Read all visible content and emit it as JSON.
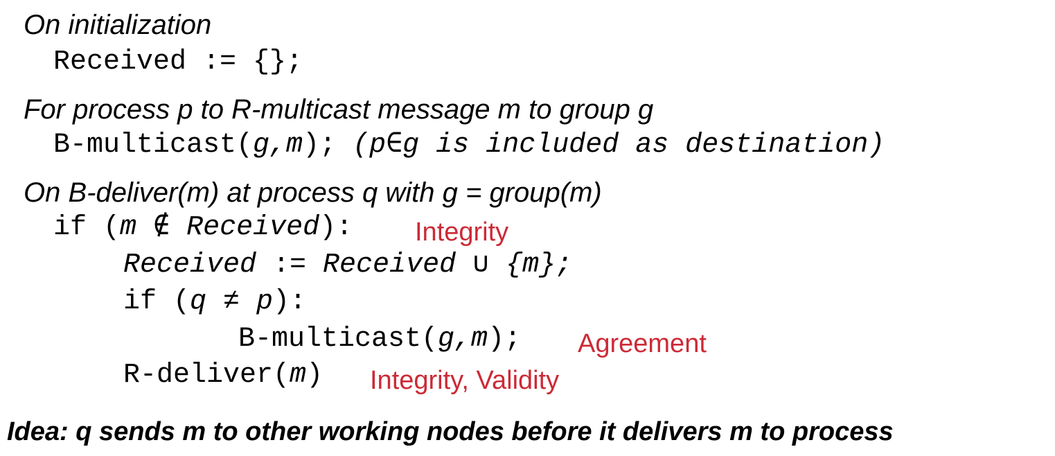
{
  "accent_color": "#cc2a36",
  "init": {
    "heading": "On initialization",
    "code": "Received := {};"
  },
  "multicast": {
    "heading": "For process p to R-multicast message m to group g",
    "call": "B-multicast(",
    "args": "g,m",
    "close": ");",
    "comment": "(p∈g is included as destination)"
  },
  "deliver": {
    "heading": "On B-deliver(m) at process q with g = group(m)",
    "if1": {
      "kw": "if (",
      "cond": "m ∉ Received",
      "close": "):",
      "note": "Integrity"
    },
    "assign": {
      "lhs": "Received",
      "op": " := ",
      "rhs": "Received",
      "union": " ∪ ",
      "set": "{m};"
    },
    "if2": {
      "kw": "if (",
      "cond": "q ≠ p",
      "close": "):"
    },
    "bmulticast": {
      "call": "B-multicast(",
      "args": "g,m",
      "close": ");",
      "note": "Agreement"
    },
    "rdeliver": {
      "call": "R-deliver(",
      "arg": "m",
      "close": ")",
      "note": "Integrity, Validity"
    }
  },
  "idea": "Idea: q sends m to other working nodes before it delivers m to process"
}
